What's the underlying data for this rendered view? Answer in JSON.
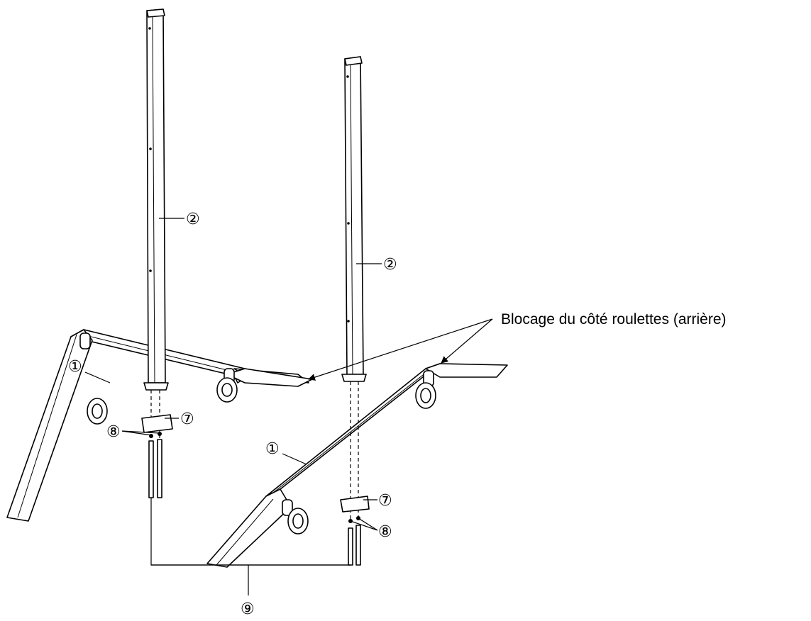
{
  "labels": {
    "post_left": "②",
    "post_right": "②",
    "base_left": "①",
    "base_right": "①",
    "plate_left": "⑦",
    "plate_right": "⑦",
    "washer_left": "⑧",
    "washer_right": "⑧",
    "bolt_set": "⑨",
    "caster_lock_note": "Blocage du côté roulettes (arrière)"
  }
}
